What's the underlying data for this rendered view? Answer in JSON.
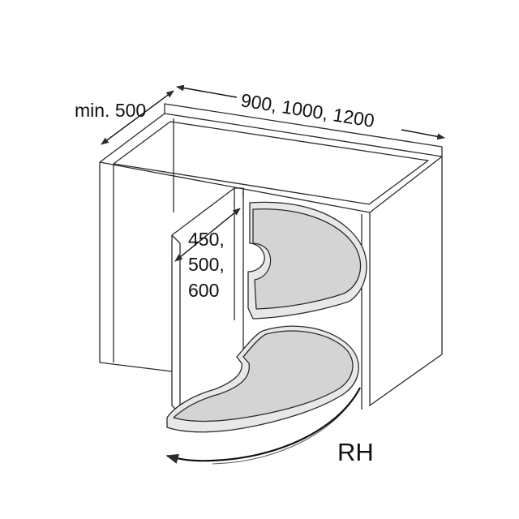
{
  "labels": {
    "depth": "min. 500",
    "width": "900, 1000, 1200",
    "door_width_1": "450,",
    "door_width_2": "500,",
    "door_width_3": "600",
    "hand": "RH"
  },
  "colors": {
    "line": "#2b2b2b",
    "shelf_fill": "#d4d4d4",
    "shelf_rim": "#e8e8e8",
    "background": "#ffffff"
  }
}
